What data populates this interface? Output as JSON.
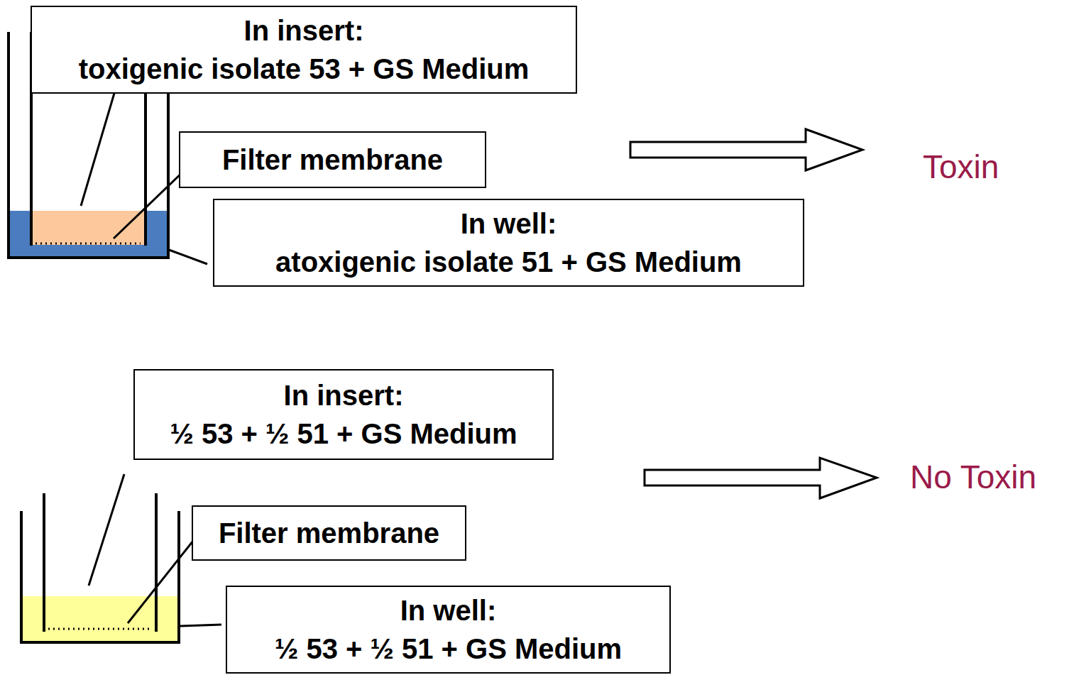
{
  "diagram": {
    "nodes": [
      {
        "text": [
          "In insert:",
          "toxigenic isolate 53 + GS Medium"
        ]
      },
      {
        "text": [
          "Filter membrane"
        ]
      },
      {
        "text": [
          "In well:",
          "atoxigenic isolate 51 + GS Medium"
        ]
      },
      {
        "text": [
          "In insert:",
          "½ 53 + ½ 51 + GS Medium"
        ]
      },
      {
        "text": [
          "Filter membrane"
        ]
      },
      {
        "text": [
          "In well:",
          "½ 53 + ½ 51 + GS Medium"
        ]
      }
    ],
    "labels": [
      "Toxin",
      "No Toxin"
    ]
  }
}
